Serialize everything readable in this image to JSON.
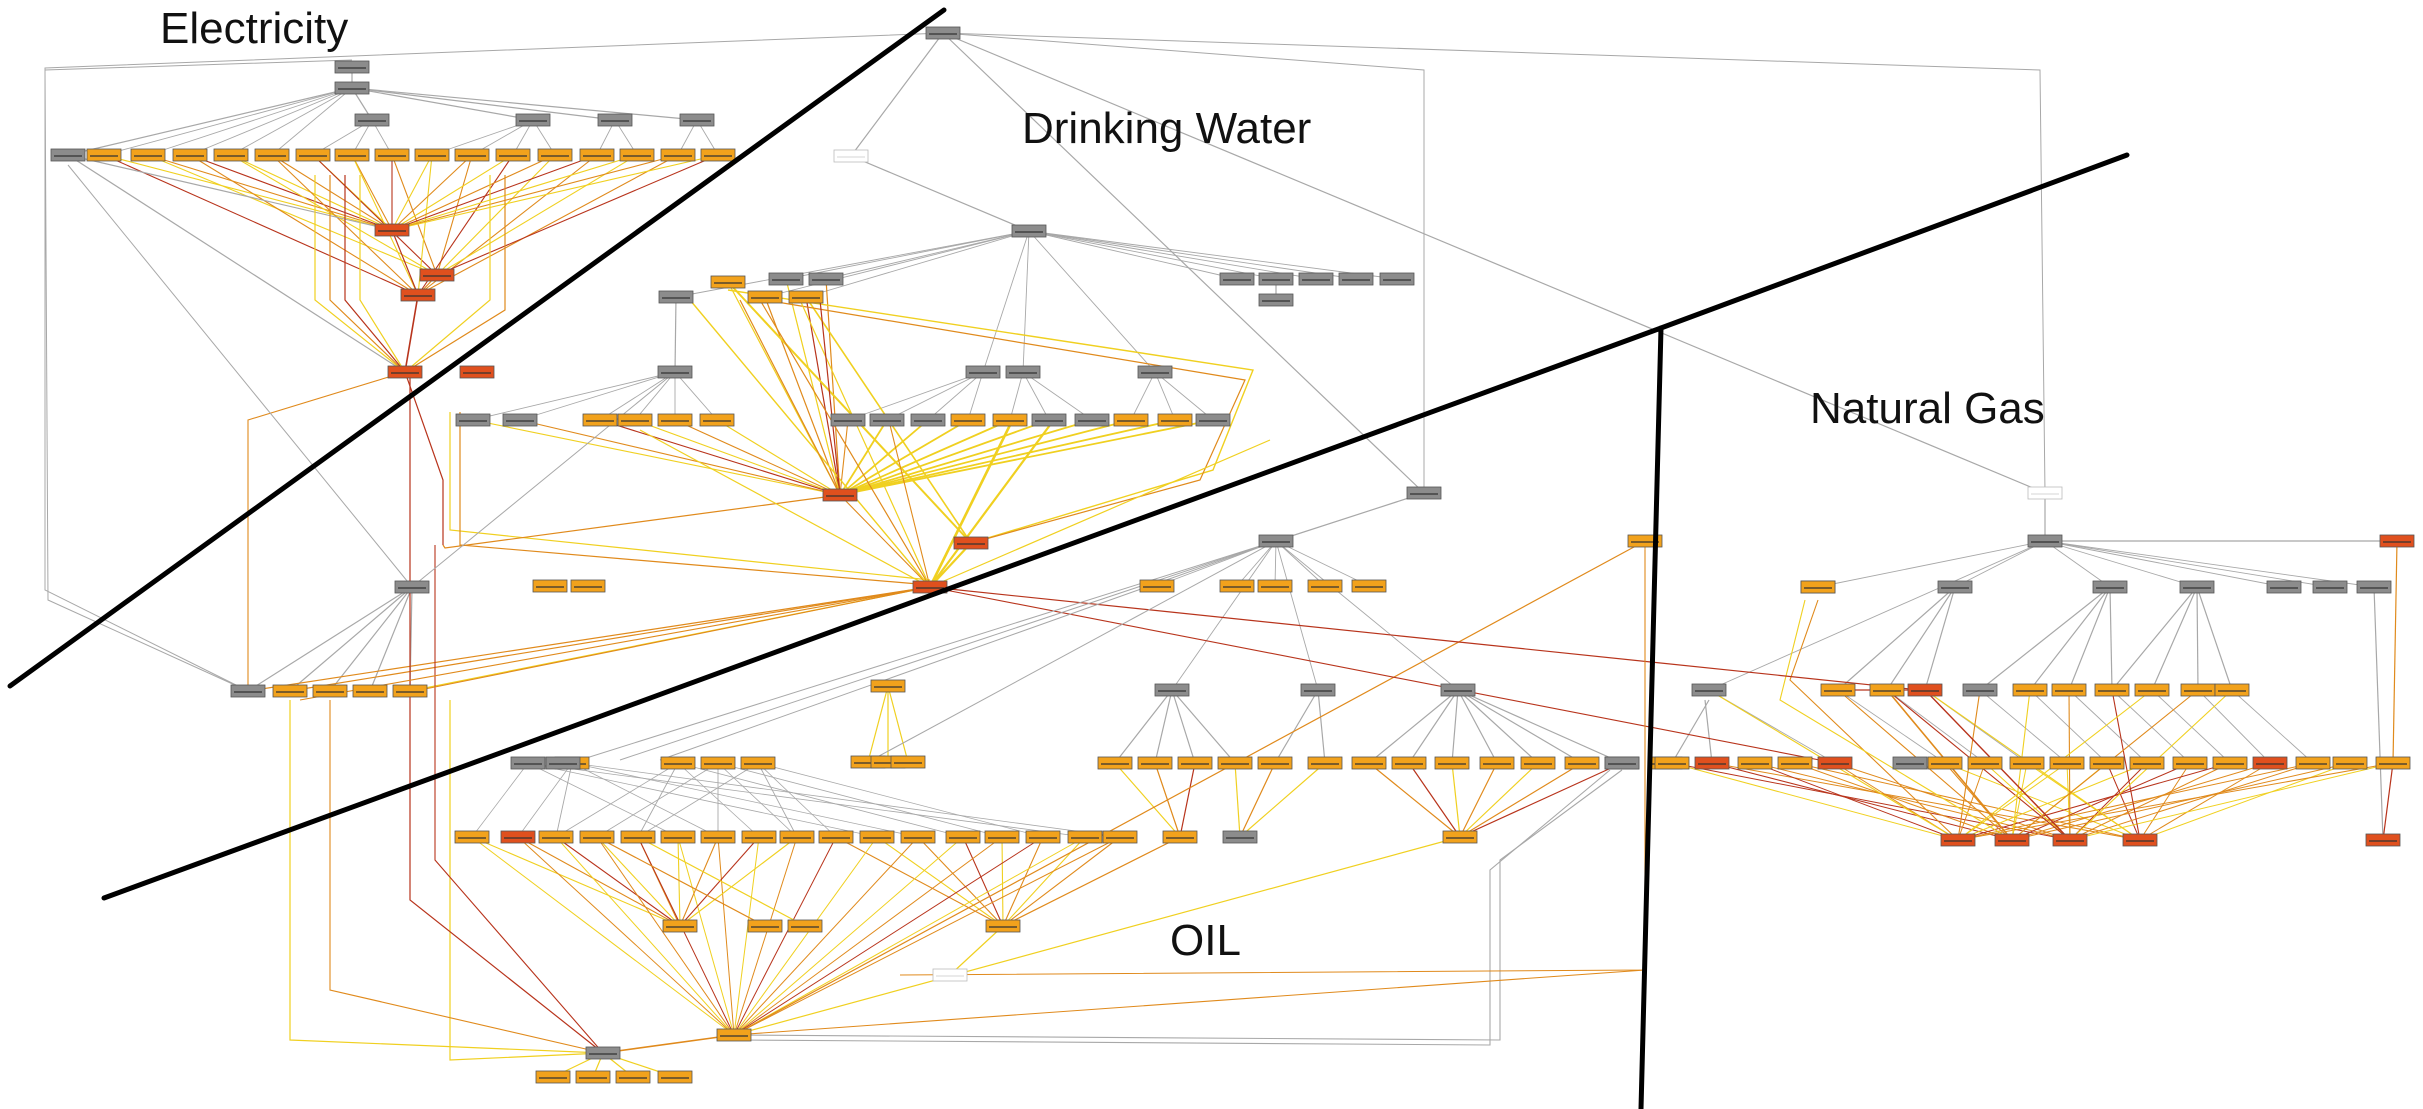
{
  "regions": {
    "electricity": "Electricity",
    "drinking_water": "Drinking Water",
    "natural_gas": "Natural Gas",
    "oil": "OIL"
  },
  "colors": {
    "gray_node": "#8c8c8c",
    "orange_node": "#f2a21c",
    "red_node": "#e0501e",
    "gray_edge": "#a8a8a8",
    "yellow_edge": "#f0d020",
    "orange_edge": "#e08a1c",
    "red_edge": "#b8341c",
    "boundary": "#000000"
  }
}
